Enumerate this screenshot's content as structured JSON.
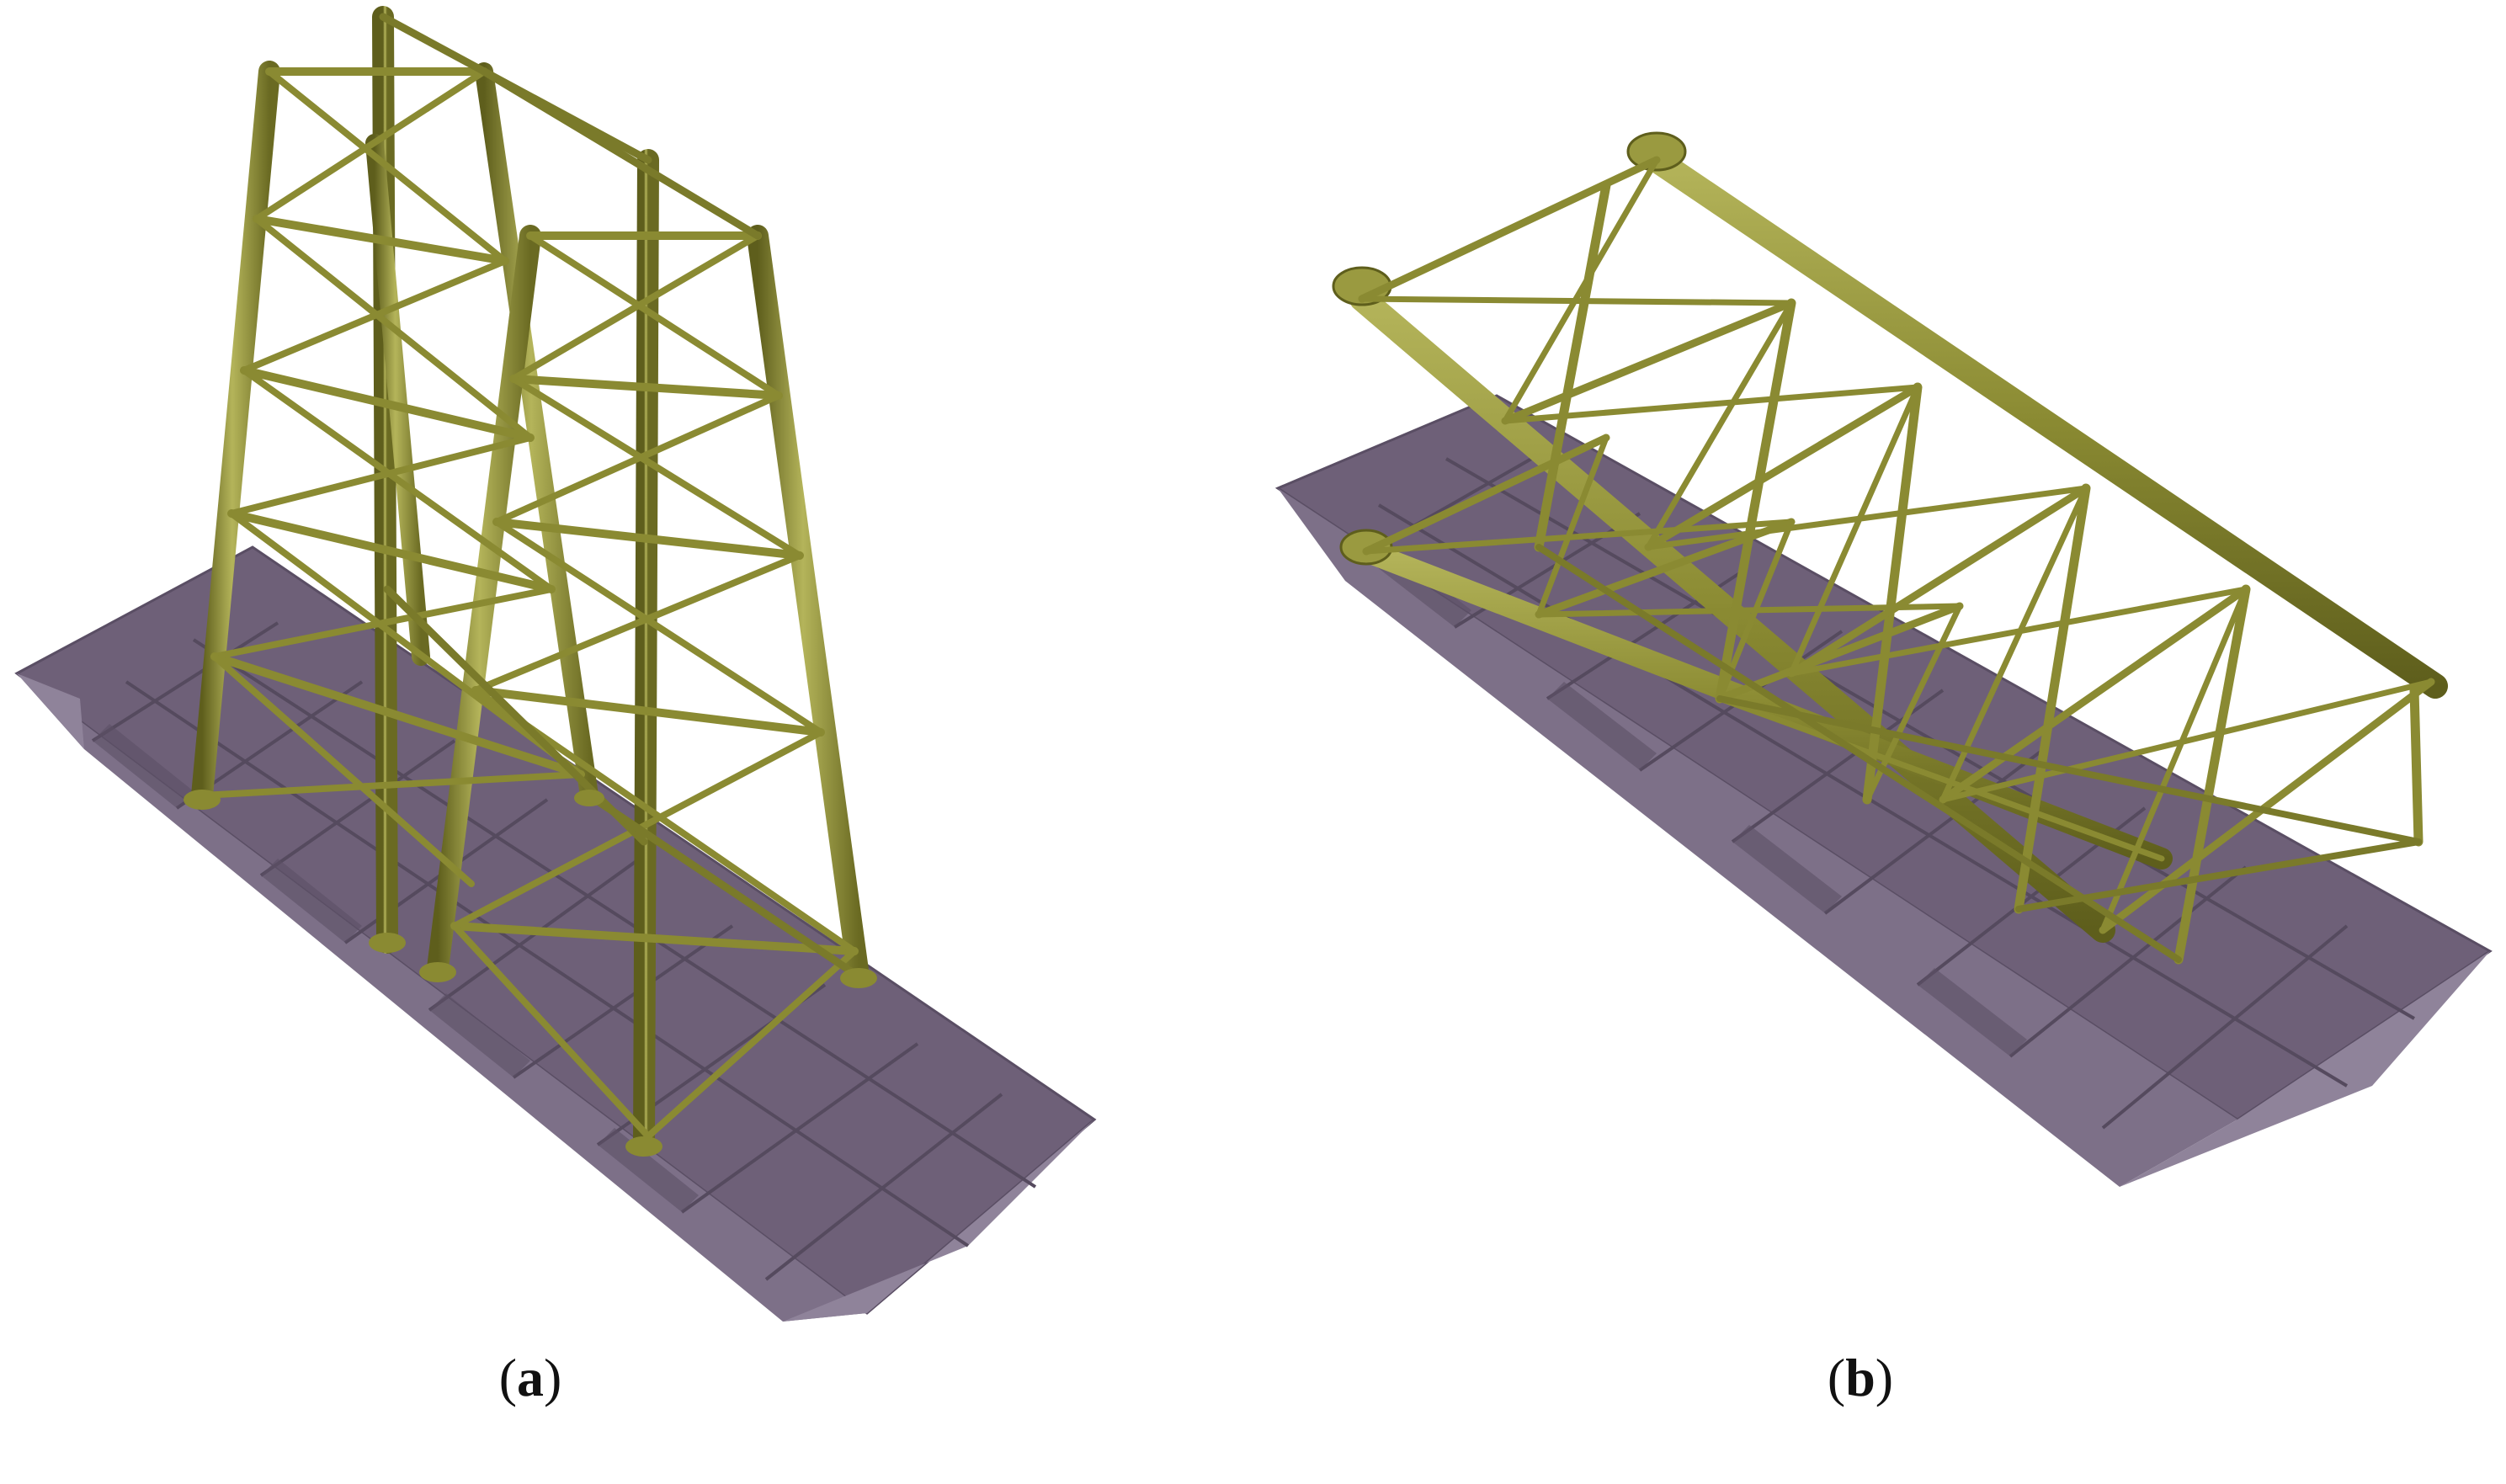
{
  "figure": {
    "panels": [
      {
        "id": "a",
        "caption_open": "(",
        "caption_letter": "a",
        "caption_close": ")",
        "depicts": "jacket-structure-upright-on-barge"
      },
      {
        "id": "b",
        "caption_open": "(",
        "caption_letter": "b",
        "caption_close": ")",
        "depicts": "jacket-structure-lying-on-barge"
      }
    ]
  },
  "colors": {
    "barge_deck": "#6e6078",
    "barge_side": "#7d7088",
    "barge_dark": "#554a5e",
    "barge_light": "#8f839a",
    "steel": "#8a8a32",
    "steel_dark": "#5e5e1c",
    "steel_light": "#b4b45a"
  }
}
